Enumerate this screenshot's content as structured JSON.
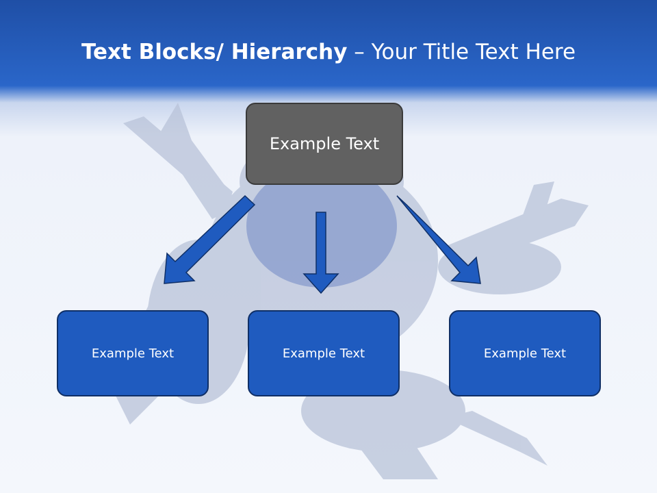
{
  "title": {
    "bold_part": "Text Blocks/ Hierarchy",
    "rest_part": " – Your Title Text Here"
  },
  "diagram": {
    "root": {
      "label": "Example Text"
    },
    "children": [
      {
        "label": "Example Text"
      },
      {
        "label": "Example Text"
      },
      {
        "label": "Example Text"
      }
    ]
  },
  "colors": {
    "header_blue": "#2a66c9",
    "root_box": "#616161",
    "child_box": "#1f5bbf",
    "arrow": "#1f5bbf"
  }
}
